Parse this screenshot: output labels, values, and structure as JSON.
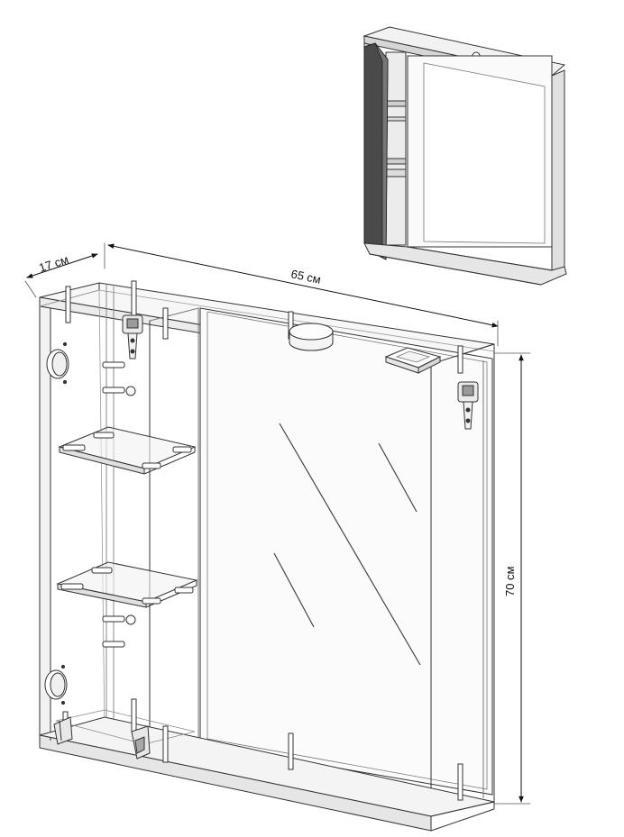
{
  "dimensions": {
    "depth": "17 см",
    "width": "65 см",
    "height": "70 см"
  },
  "colors": {
    "line": "#333333",
    "light_line": "#8a8a8a",
    "door_panel": "#4a4a4a",
    "mirror_fill": "#fbfbfb",
    "shelf_fill": "#e4e4e4",
    "background": "#ffffff"
  },
  "icons": {
    "wall_hanger_left": "wall-hanger-bracket-icon",
    "wall_hanger_right": "wall-hanger-bracket-icon",
    "hinge_cup": "hinge-cup-icon",
    "socket_box": "socket-box-icon"
  }
}
